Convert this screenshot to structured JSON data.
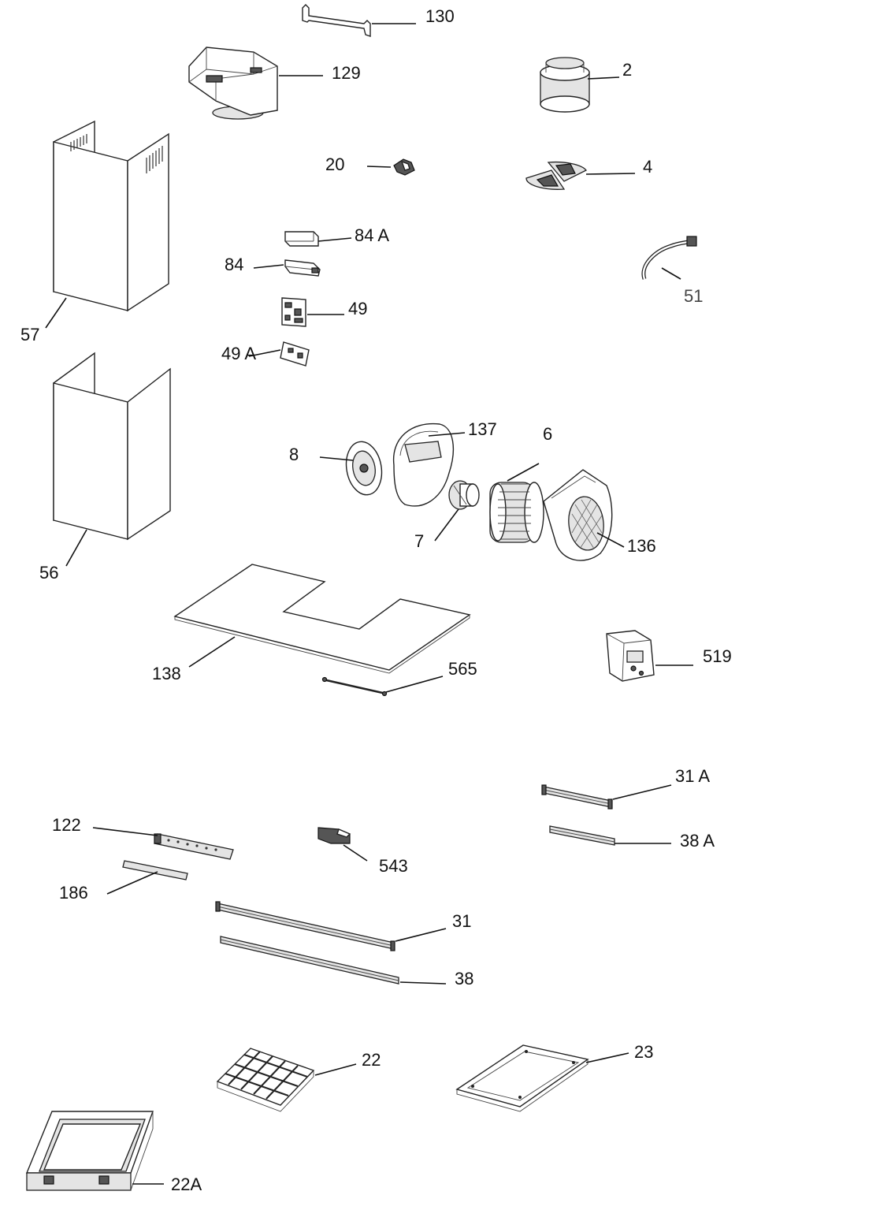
{
  "diagram": {
    "type": "exploded-parts-diagram",
    "colors": {
      "line": "#111111",
      "part_fill": "#ffffff",
      "shade": "#e4e4e4",
      "dark": "#555555"
    },
    "labels": {
      "p130": "130",
      "p129": "129",
      "p2": "2",
      "p20": "20",
      "p4": "4",
      "p57": "57",
      "p84a": "84 A",
      "p84": "84",
      "p51": "51",
      "p49": "49",
      "p49a": "49 A",
      "p56": "56",
      "p137": "137",
      "p6": "6",
      "p8": "8",
      "p7": "7",
      "p136": "136",
      "p138": "138",
      "p519": "519",
      "p565": "565",
      "p31a": "31  A",
      "p122": "122",
      "p38a": "38  A",
      "p543": "543",
      "p186": "186",
      "p31": "31",
      "p38": "38",
      "p22": "22",
      "p23": "23",
      "p22a": "22A"
    }
  }
}
